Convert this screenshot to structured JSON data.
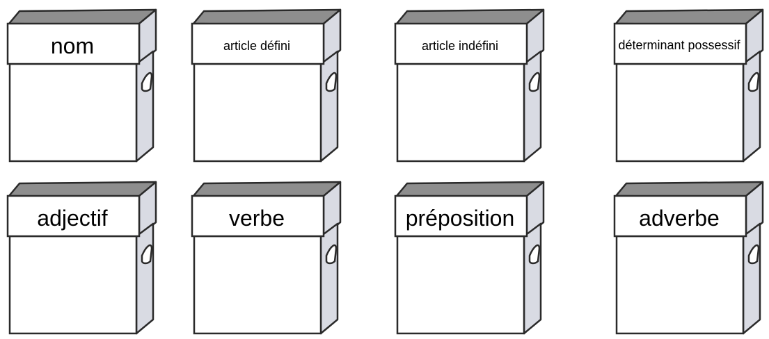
{
  "boxes": [
    {
      "label": "nom"
    },
    {
      "label": "article défini"
    },
    {
      "label": "article indéfini"
    },
    {
      "label": "déterminant possessif"
    },
    {
      "label": "adjectif"
    },
    {
      "label": "verbe"
    },
    {
      "label": "préposition"
    },
    {
      "label": "adverbe"
    }
  ],
  "colors": {
    "lid_top": "#8e8e8e",
    "side": "#d9dbe3",
    "front": "#ffffff",
    "outline": "#2a2a2a"
  }
}
